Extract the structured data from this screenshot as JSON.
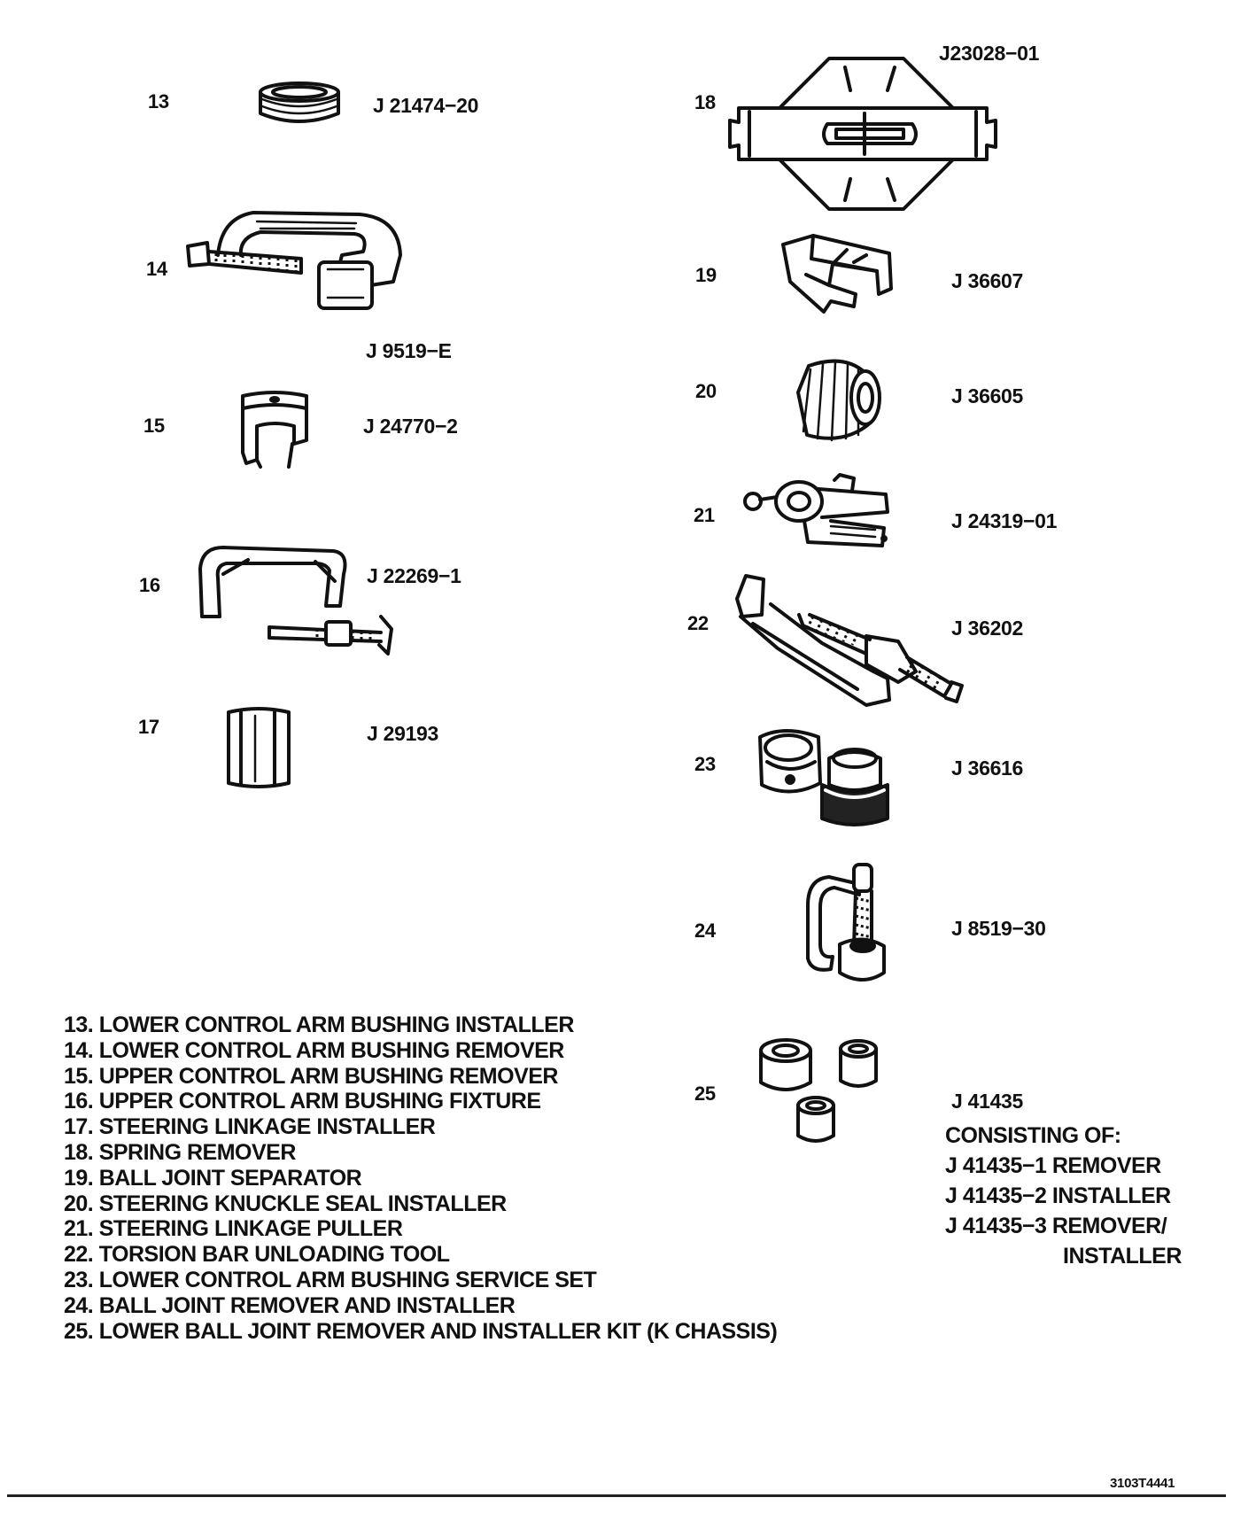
{
  "tools": [
    {
      "number": "13",
      "part_number": "J 21474−20",
      "icon": "bushing-installer-ring-icon"
    },
    {
      "number": "14",
      "part_number": "J 9519−E",
      "icon": "c-clamp-press-icon"
    },
    {
      "number": "15",
      "part_number": "J 24770−2",
      "icon": "fork-fixture-icon"
    },
    {
      "number": "16",
      "part_number": "J 22269−1",
      "icon": "fixture-clamp-icon"
    },
    {
      "number": "17",
      "part_number": "J 29193",
      "icon": "sleeve-installer-icon"
    },
    {
      "number": "18",
      "part_number": "J23028−01",
      "icon": "spring-remover-plate-icon"
    },
    {
      "number": "19",
      "part_number": "J 36607",
      "icon": "ball-joint-separator-icon"
    },
    {
      "number": "20",
      "part_number": "J 36605",
      "icon": "seal-installer-cup-icon"
    },
    {
      "number": "21",
      "part_number": "J 24319−01",
      "icon": "linkage-puller-icon"
    },
    {
      "number": "22",
      "part_number": "J 36202",
      "icon": "torsion-bar-tool-icon"
    },
    {
      "number": "23",
      "part_number": "J 36616",
      "icon": "bushing-service-set-icon"
    },
    {
      "number": "24",
      "part_number": "J 8519−30",
      "icon": "ball-joint-press-icon"
    },
    {
      "number": "25",
      "part_number": "J 41435",
      "icon": "ball-joint-kit-icon"
    }
  ],
  "legend": [
    "13. LOWER CONTROL ARM BUSHING INSTALLER",
    "14. LOWER CONTROL ARM BUSHING REMOVER",
    "15. UPPER CONTROL ARM BUSHING REMOVER",
    "16. UPPER CONTROL ARM BUSHING FIXTURE",
    "17. STEERING LINKAGE INSTALLER",
    "18. SPRING REMOVER",
    "19. BALL JOINT SEPARATOR",
    "20. STEERING KNUCKLE SEAL INSTALLER",
    "21. STEERING LINKAGE PULLER",
    "22. TORSION BAR UNLOADING TOOL",
    "23. LOWER CONTROL ARM BUSHING SERVICE SET",
    "24. BALL JOINT REMOVER AND INSTALLER",
    "25. LOWER BALL JOINT REMOVER AND INSTALLER KIT (K CHASSIS)"
  ],
  "kit_25": {
    "consisting_label": "CONSISTING OF:",
    "items": [
      "J 41435−1 REMOVER",
      "J 41435−2 INSTALLER",
      "J 41435−3 REMOVER/",
      "INSTALLER"
    ]
  },
  "figure_code": "3103T4441"
}
